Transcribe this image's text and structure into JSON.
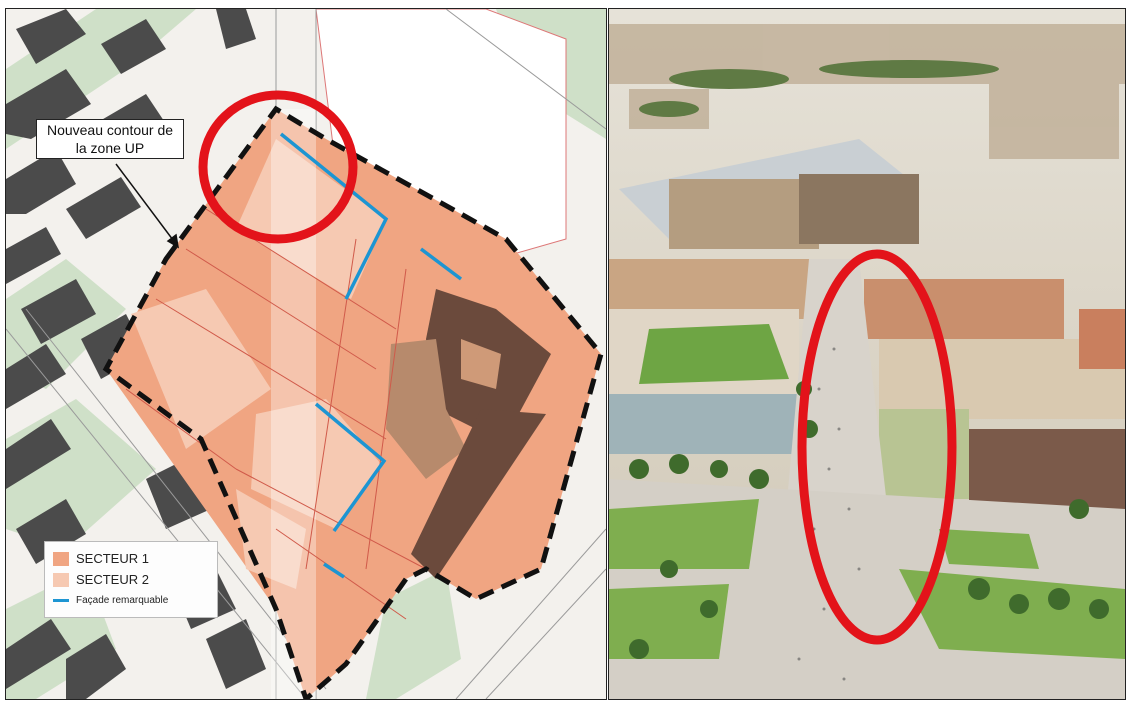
{
  "plan": {
    "callout": "Nouveau contour de la zone UP",
    "legend": {
      "items": [
        {
          "label": "SECTEUR 1",
          "color": "#f0a582"
        },
        {
          "label": "SECTEUR 2",
          "color": "#f6c9b2"
        },
        {
          "label": "Façade remarquable",
          "color": "#1d95d2"
        }
      ]
    },
    "colors": {
      "secteur1": "#f0a582",
      "secteur2": "#f6c9b2",
      "building_dark": "#6b4a3c",
      "building_mid": "#b78a6c",
      "green_space": "#cfe0c8",
      "urban_block": "#4b4b4b",
      "boundary": "#111111",
      "highlight": "#e3131a"
    }
  },
  "aerial": {
    "colors": {
      "highlight": "#e3131a",
      "plaza": "#d8d3cb",
      "lawn": "#7fae4f",
      "roof": "#c97f5e"
    }
  }
}
